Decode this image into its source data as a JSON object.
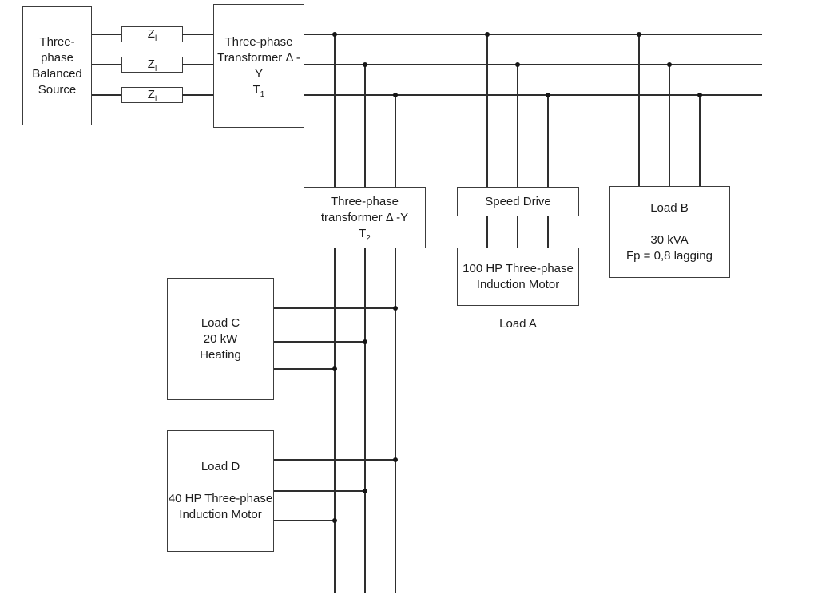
{
  "nodes": {
    "source": {
      "line1": "Three-phase",
      "line2": "Balanced",
      "line3": "Source"
    },
    "impedance": {
      "base": "Z",
      "sub": "l"
    },
    "t1": {
      "line1": "Three-phase",
      "line2": "Transformer Δ -Y",
      "sym_base": "T",
      "sym_sub": "1"
    },
    "t2": {
      "line1": "Three-phase",
      "line2": "transformer Δ -Y",
      "sym_base": "T",
      "sym_sub": "2"
    },
    "speed_drive": {
      "label": "Speed Drive"
    },
    "load_a": {
      "line1": "100 HP Three-phase",
      "line2": "Induction Motor",
      "caption": "Load A"
    },
    "load_b": {
      "title": "Load B",
      "line1": "30 kVA",
      "line2": "Fp = 0,8 lagging"
    },
    "load_c": {
      "line1": "Load C",
      "line2": "20 kW",
      "line3": "Heating"
    },
    "load_d": {
      "title": "Load D",
      "line1": "40 HP Three-phase",
      "line2": "Induction Motor"
    }
  },
  "colors": {
    "line": "#2e2e2e",
    "border": "#3c3c3c",
    "text": "#1c1c1c",
    "background": "#ffffff"
  }
}
